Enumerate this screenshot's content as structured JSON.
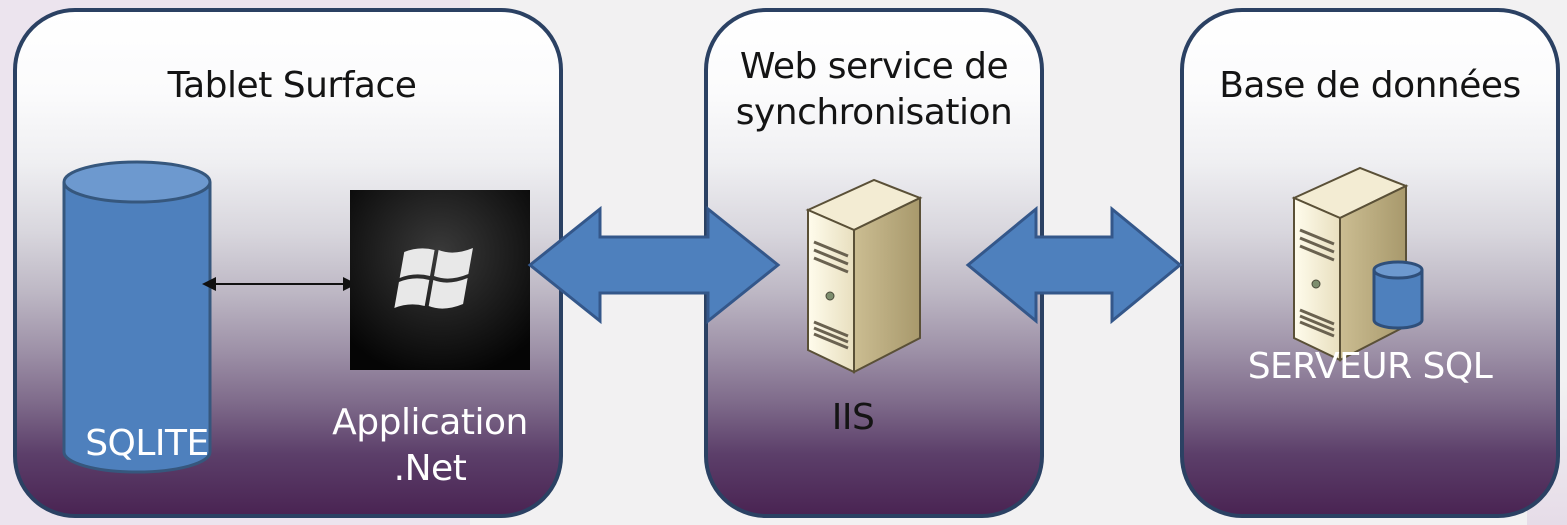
{
  "colors": {
    "panel_border": "#2b4163",
    "cylinder_fill": "#4e80bd",
    "cylinder_stroke": "#36577d",
    "arrow_fill": "#4e80bd",
    "arrow_stroke": "#34578a",
    "panel_gradient_bottom": "#4a2453"
  },
  "panels": {
    "tablet": {
      "title": "Tablet Surface",
      "sqlite_label": "SQLITE",
      "app_label_line1": "Application",
      "app_label_line2": ".Net",
      "app_icon": "windows-logo-icon"
    },
    "webservice": {
      "title_line1": "Web service de",
      "title_line2": "synchronisation",
      "server_label": "IIS",
      "server_icon": "server-tower-icon"
    },
    "database": {
      "title": "Base de données",
      "server_label": "SERVEUR SQL",
      "server_icon": "database-server-icon"
    }
  },
  "connectors": [
    {
      "from": "SQLITE",
      "to": "Application .Net",
      "type": "bidirectional-line"
    },
    {
      "from": "Tablet Surface",
      "to": "Web service de synchronisation",
      "type": "bidirectional-block-arrow"
    },
    {
      "from": "Web service de synchronisation",
      "to": "Base de données",
      "type": "bidirectional-block-arrow"
    }
  ]
}
